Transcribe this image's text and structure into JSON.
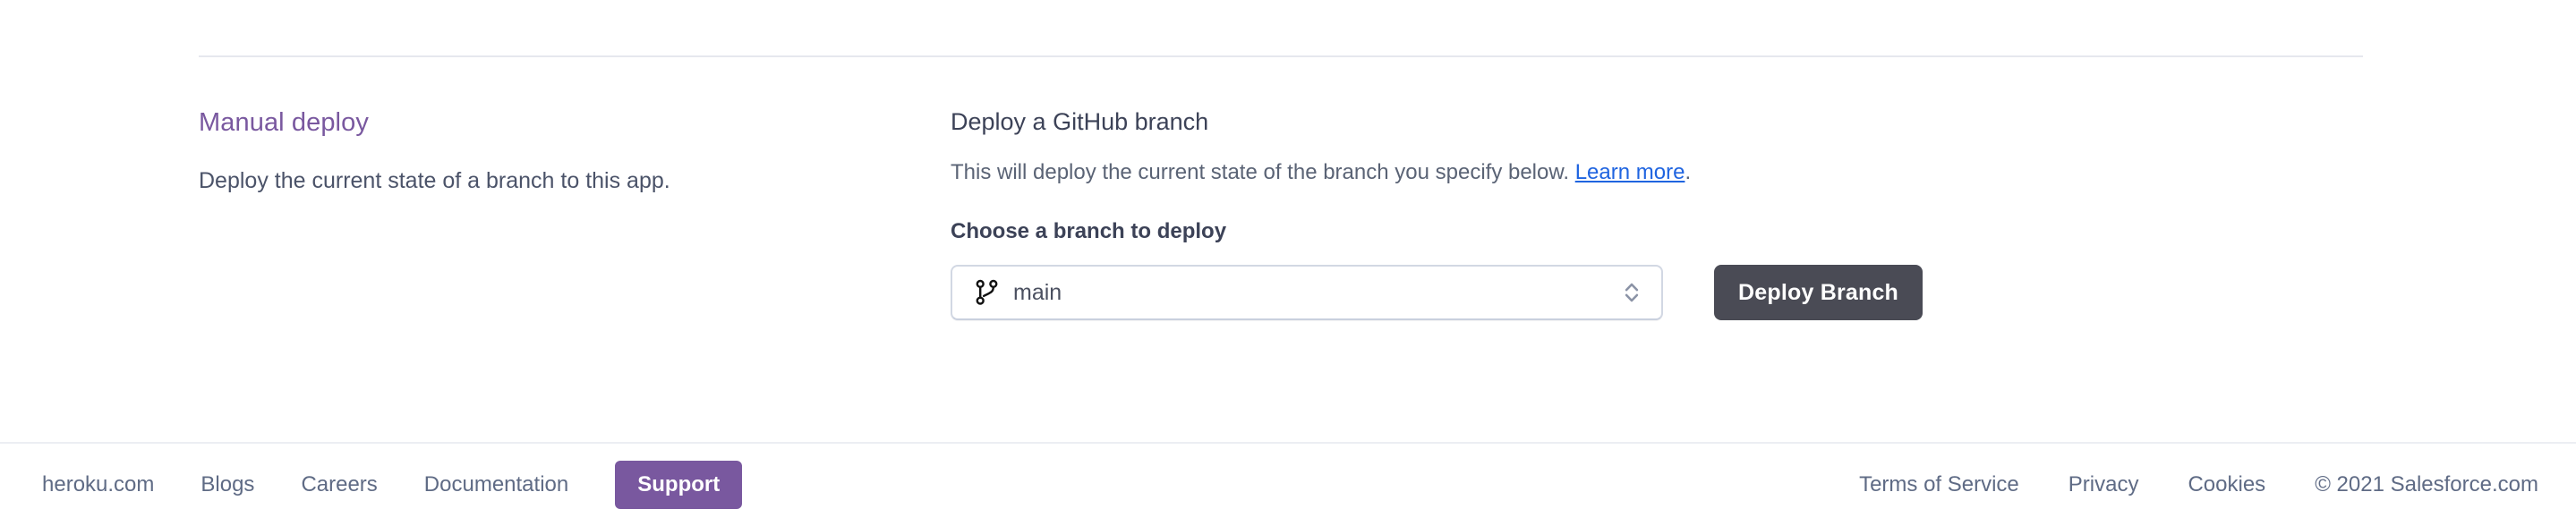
{
  "manual_deploy": {
    "title": "Manual deploy",
    "description": "Deploy the current state of a branch to this app."
  },
  "panel": {
    "title": "Deploy a GitHub branch",
    "description_before_link": "This will deploy the current state of the branch you specify below. ",
    "link_label": "Learn more",
    "description_after_link": ".",
    "field_label": "Choose a branch to deploy",
    "branch_select": {
      "icon": "git-branch-icon",
      "value": "main",
      "indicator": "chevron-up-down-icon"
    },
    "deploy_button_label": "Deploy Branch"
  },
  "footer": {
    "left_links": [
      {
        "label": "heroku.com"
      },
      {
        "label": "Blogs"
      },
      {
        "label": "Careers"
      },
      {
        "label": "Documentation"
      }
    ],
    "support_label": "Support",
    "right_links": [
      {
        "label": "Terms of Service"
      },
      {
        "label": "Privacy"
      },
      {
        "label": "Cookies"
      }
    ],
    "copyright": "© 2021 Salesforce.com"
  },
  "colors": {
    "accent_purple": "#79589f",
    "link_blue": "#1f64e0",
    "button_dark": "#4a4b55",
    "text_default": "#3c4257",
    "text_muted": "#5f6b85",
    "border": "#e6e8ee"
  }
}
